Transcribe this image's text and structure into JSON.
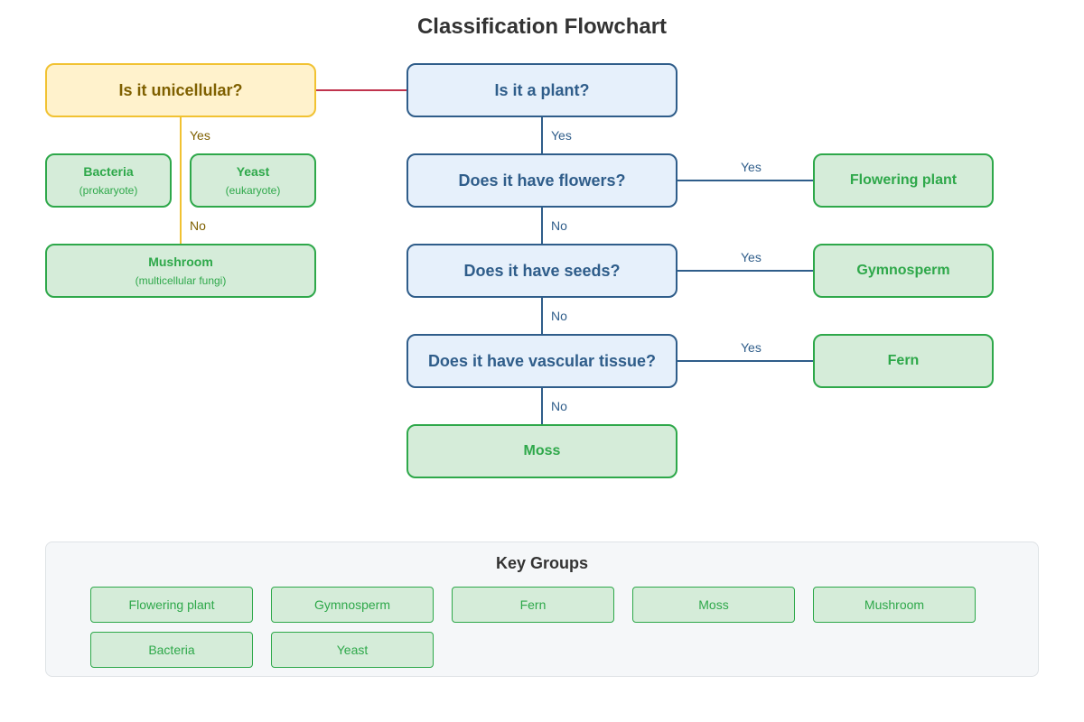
{
  "title": "Classification Flowchart",
  "colors": {
    "question_blue_fill": "#e6f0fb",
    "question_blue_border": "#2f5d8a",
    "question_yellow_fill": "#fff2cc",
    "question_yellow_border": "#f1c232",
    "leaf_fill": "#d5ecd9",
    "leaf_border": "#2ea84a",
    "link_red": "#c0334d"
  },
  "questions": {
    "unicellular": "Is it unicellular?",
    "plant": "Is it a plant?",
    "flowers": "Does it have flowers?",
    "seeds": "Does it have seeds?",
    "vascular": "Does it have vascular tissue?"
  },
  "leaves": {
    "bacteria": {
      "label": "Bacteria",
      "sub": "(prokaryote)"
    },
    "yeast": {
      "label": "Yeast",
      "sub": "(eukaryote)"
    },
    "mushroom": {
      "label": "Mushroom",
      "sub": "(multicellular fungi)"
    },
    "flowering_plant": "Flowering plant",
    "gymnosperm": "Gymnosperm",
    "fern": "Fern",
    "moss": "Moss"
  },
  "edge_labels": {
    "unicellular_yes": "Yes",
    "unicellular_no": "No",
    "plant_yes": "Yes",
    "flowers_yes": "Yes",
    "flowers_no": "No",
    "seeds_yes": "Yes",
    "seeds_no": "No",
    "vascular_yes": "Yes",
    "vascular_no": "No"
  },
  "key": {
    "title": "Key Groups",
    "items": [
      "Flowering plant",
      "Gymnosperm",
      "Fern",
      "Moss",
      "Mushroom",
      "Bacteria",
      "Yeast"
    ]
  }
}
